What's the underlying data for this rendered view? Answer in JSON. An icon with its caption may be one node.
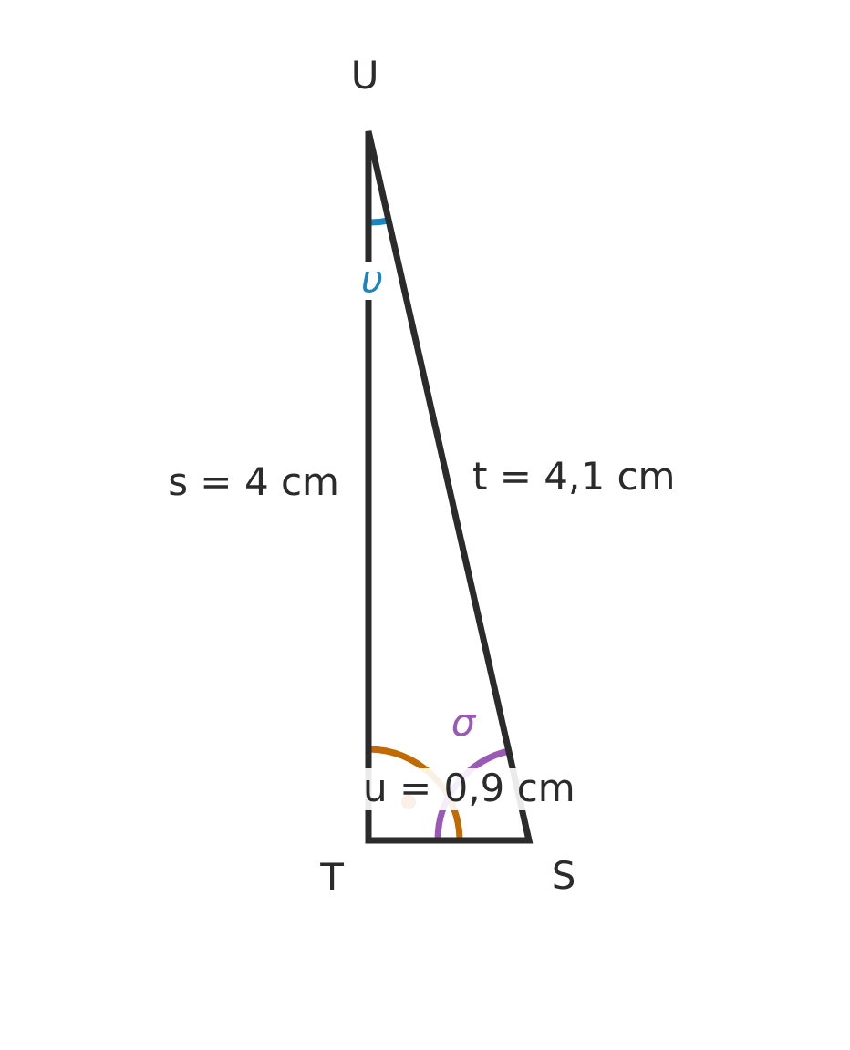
{
  "diagram": {
    "labels": [
      "U",
      "υ",
      "s = 4 cm",
      "t = 4,1 cm",
      "σ",
      "u = 0,9 cm",
      "T",
      "S"
    ]
  }
}
